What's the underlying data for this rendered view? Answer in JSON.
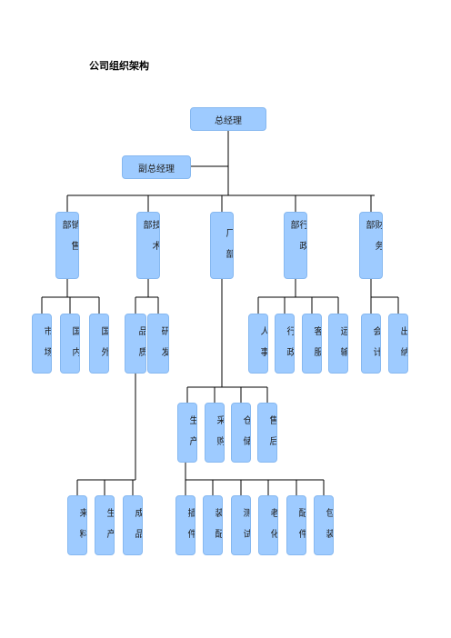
{
  "title": "公司组织架构",
  "org": {
    "gm": "总经理",
    "deputy": "副总经理",
    "departments": {
      "sales": "销售部",
      "tech": "技术部",
      "factory": "厂部",
      "admin": "行政部",
      "finance": "财务部"
    },
    "sales_units": [
      "市场",
      "国内",
      "国外"
    ],
    "tech_units": [
      "品质",
      "研发"
    ],
    "admin_units": [
      "人事",
      "行政",
      "客服",
      "运输"
    ],
    "finance_units": [
      "会计",
      "出纳"
    ],
    "factory_units": [
      "生产",
      "采购",
      "仓储",
      "售后"
    ],
    "quality_units": [
      "来料",
      "生产",
      "成品"
    ],
    "production_units": [
      "插件",
      "装配",
      "测试",
      "老化",
      "配件",
      "包装"
    ]
  }
}
